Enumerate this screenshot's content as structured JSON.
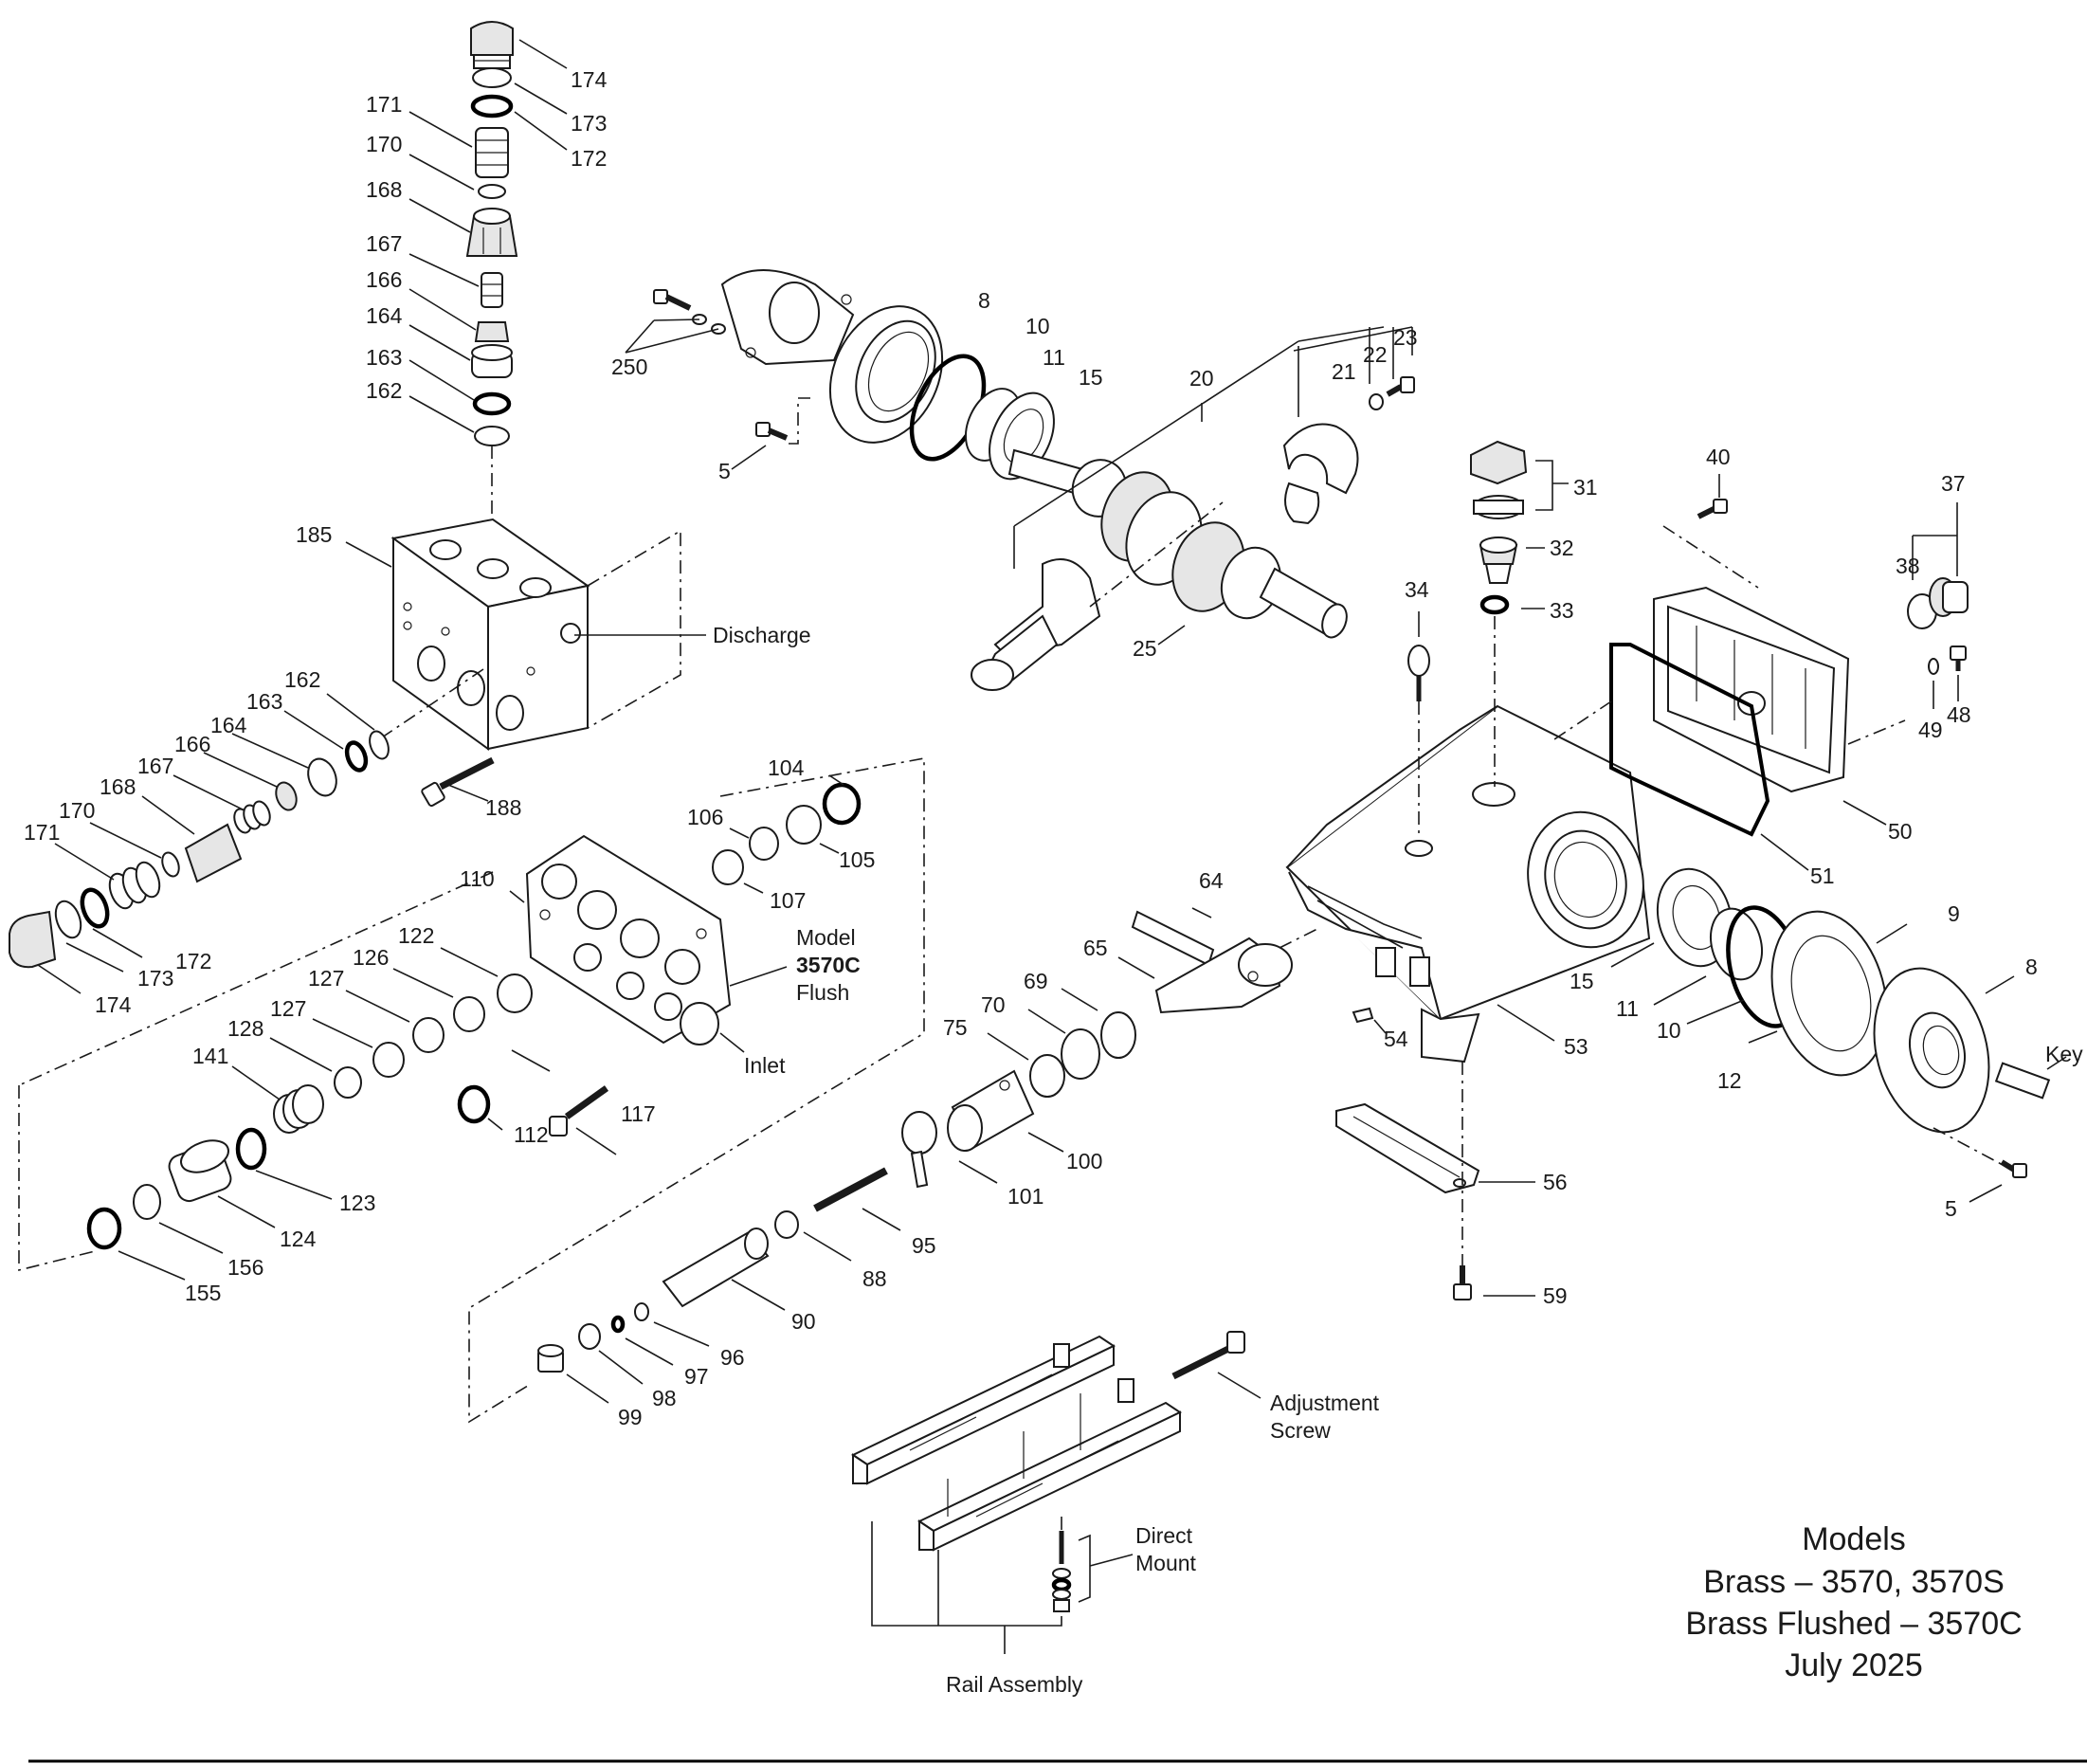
{
  "part_numbers": {
    "p174a": "174",
    "p173a": "173",
    "p172a": "172",
    "p171a": "171",
    "p170a": "170",
    "p168a": "168",
    "p167a": "167",
    "p166a": "166",
    "p164a": "164",
    "p163a": "163",
    "p162a": "162",
    "p185": "185",
    "p188": "188",
    "p162b": "162",
    "p163b": "163",
    "p164b": "164",
    "p166b": "166",
    "p167b": "167",
    "p168b": "168",
    "p170b": "170",
    "p171b": "171",
    "p172b": "172",
    "p173b": "173",
    "p174b": "174",
    "p250": "250",
    "p5a": "5",
    "p8a": "8",
    "p10a": "10",
    "p11a": "11",
    "p15a": "15",
    "p20": "20",
    "p21": "21",
    "p22": "22",
    "p23": "23",
    "p25": "25",
    "p31": "31",
    "p32": "32",
    "p33": "33",
    "p34": "34",
    "p40": "40",
    "p37": "37",
    "p38": "38",
    "p48": "48",
    "p49": "49",
    "p50": "50",
    "p51": "51",
    "p104": "104",
    "p106": "106",
    "p105": "105",
    "p107": "107",
    "p110": "110",
    "p122": "122",
    "p126": "126",
    "p127a": "127",
    "p127b": "127",
    "p128": "128",
    "p141": "141",
    "p112": "112",
    "p117": "117",
    "p123": "123",
    "p124": "124",
    "p156": "156",
    "p155": "155",
    "p64": "64",
    "p65": "65",
    "p69": "69",
    "p70": "70",
    "p75": "75",
    "p100": "100",
    "p101": "101",
    "p95": "95",
    "p88": "88",
    "p90": "90",
    "p96": "96",
    "p97": "97",
    "p98": "98",
    "p99": "99",
    "p54": "54",
    "p53": "53",
    "p15b": "15",
    "p11b": "11",
    "p10b": "10",
    "p9": "9",
    "p12": "12",
    "p8b": "8",
    "p5b": "5",
    "p56": "56",
    "p59": "59"
  },
  "callouts": {
    "discharge": "Discharge",
    "model_line1": "Model",
    "model_line2": "3570C",
    "model_line3": "Flush",
    "inlet": "Inlet",
    "key": "Key",
    "adjustment_line1": "Adjustment",
    "adjustment_line2": "Screw",
    "direct_line1": "Direct",
    "direct_line2": "Mount",
    "rail_assembly": "Rail Assembly"
  },
  "models_block": {
    "heading": "Models",
    "line1": "Brass – 3570, 3570S",
    "line2": "Brass Flushed – 3570C",
    "line3": "July 2025"
  }
}
